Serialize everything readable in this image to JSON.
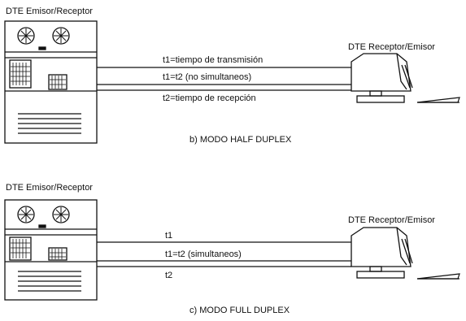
{
  "half_duplex": {
    "left_label": "DTE Emisor/Receptor",
    "right_label": "DTE Receptor/Emisor",
    "line1": "t1=tiempo de transmisión",
    "line2": "t1=t2 (no simultaneos)",
    "line3": "t2=tiempo de recepción",
    "caption": "b)  MODO HALF DUPLEX"
  },
  "full_duplex": {
    "left_label": "DTE Emisor/Receptor",
    "right_label": "DTE Receptor/Emisor",
    "line1": "t1",
    "line2": "t1=t2 (simultaneos)",
    "line3": "t2",
    "caption": "c)  MODO FULL DUPLEX"
  },
  "icons": {
    "left_device": "tape-drive-computer-icon",
    "right_device": "terminal-monitor-icon",
    "keyboard": "keyboard-icon"
  }
}
